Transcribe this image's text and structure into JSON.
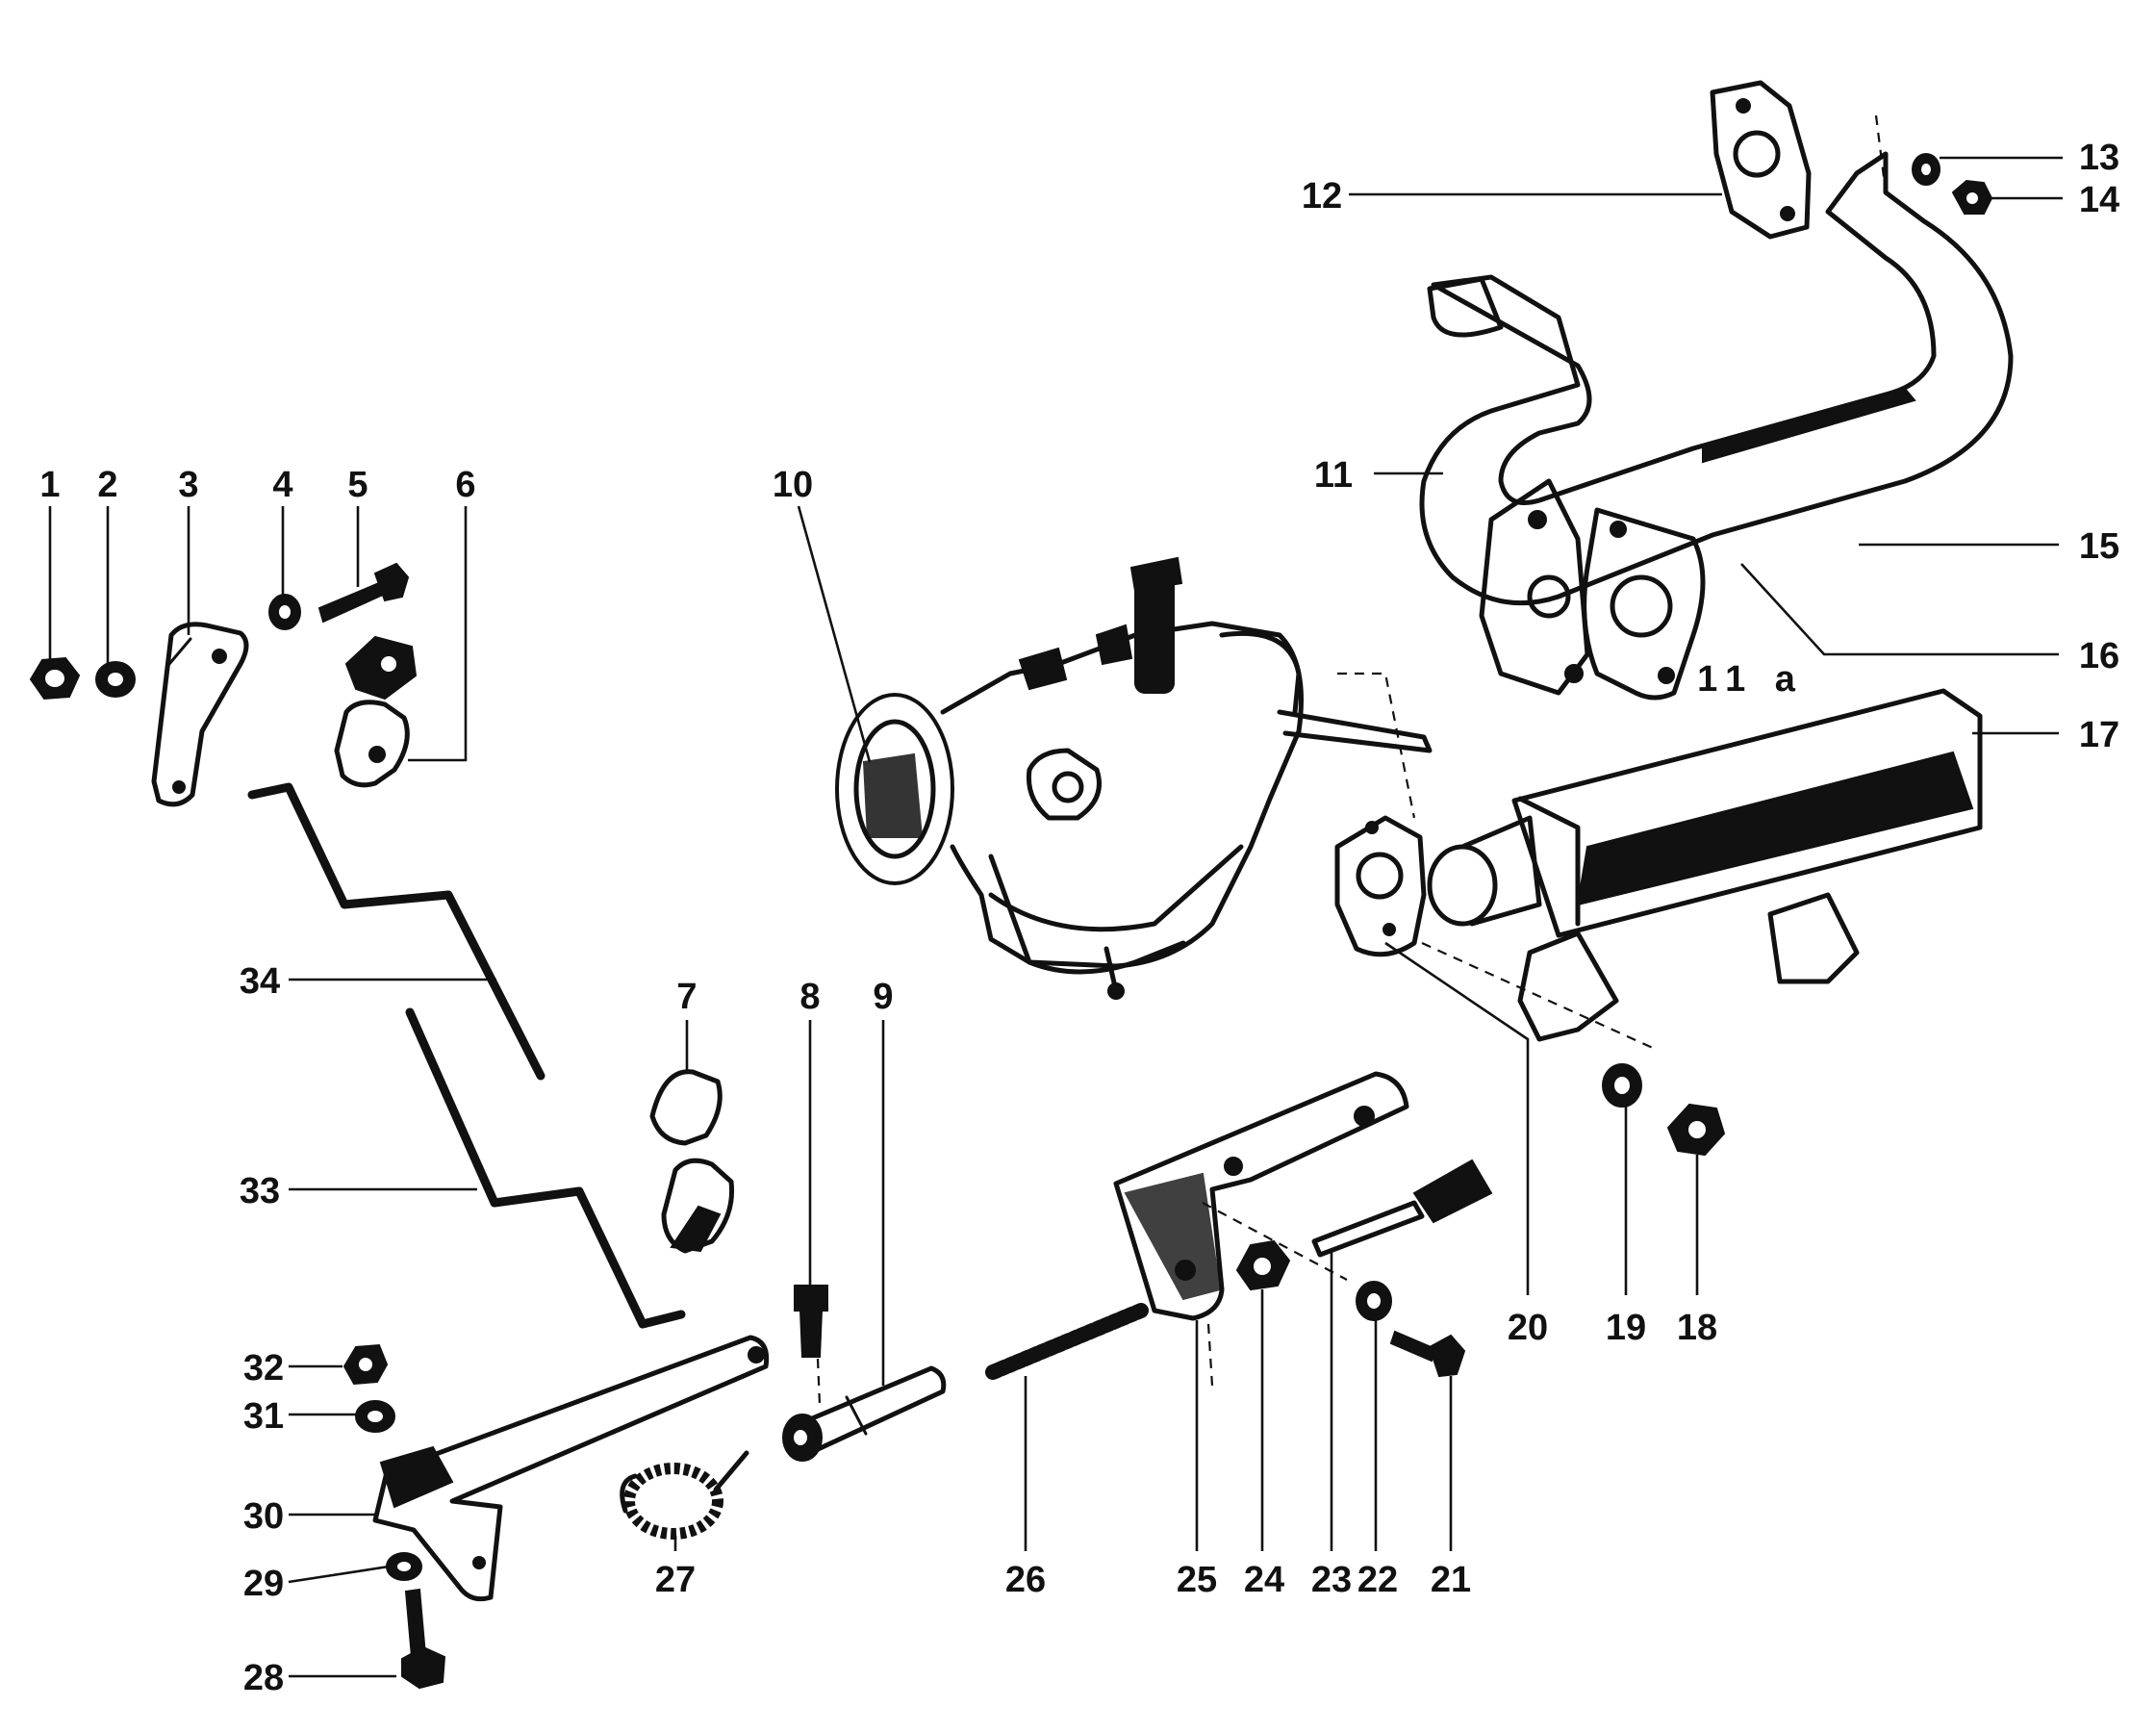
{
  "callouts": [
    "1",
    "2",
    "3",
    "4",
    "5",
    "6",
    "7",
    "8",
    "9",
    "10",
    "11",
    "12",
    "13",
    "14",
    "15",
    "16",
    "17",
    "18",
    "19",
    "20",
    "21",
    "22",
    "23",
    "24",
    "25",
    "26",
    "27",
    "28",
    "29",
    "30",
    "31",
    "32",
    "33",
    "34"
  ],
  "subpart_label": "11 a"
}
